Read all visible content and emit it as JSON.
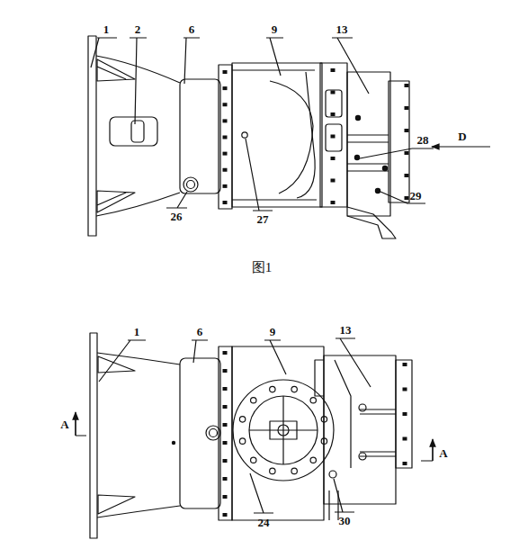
{
  "diagram": {
    "caption": "图1",
    "labels": [
      "1",
      "2",
      "6",
      "9",
      "13",
      "28",
      "D",
      "26",
      "27",
      "29",
      "1",
      "6",
      "9",
      "13",
      "A",
      "A",
      "24",
      "30"
    ]
  }
}
